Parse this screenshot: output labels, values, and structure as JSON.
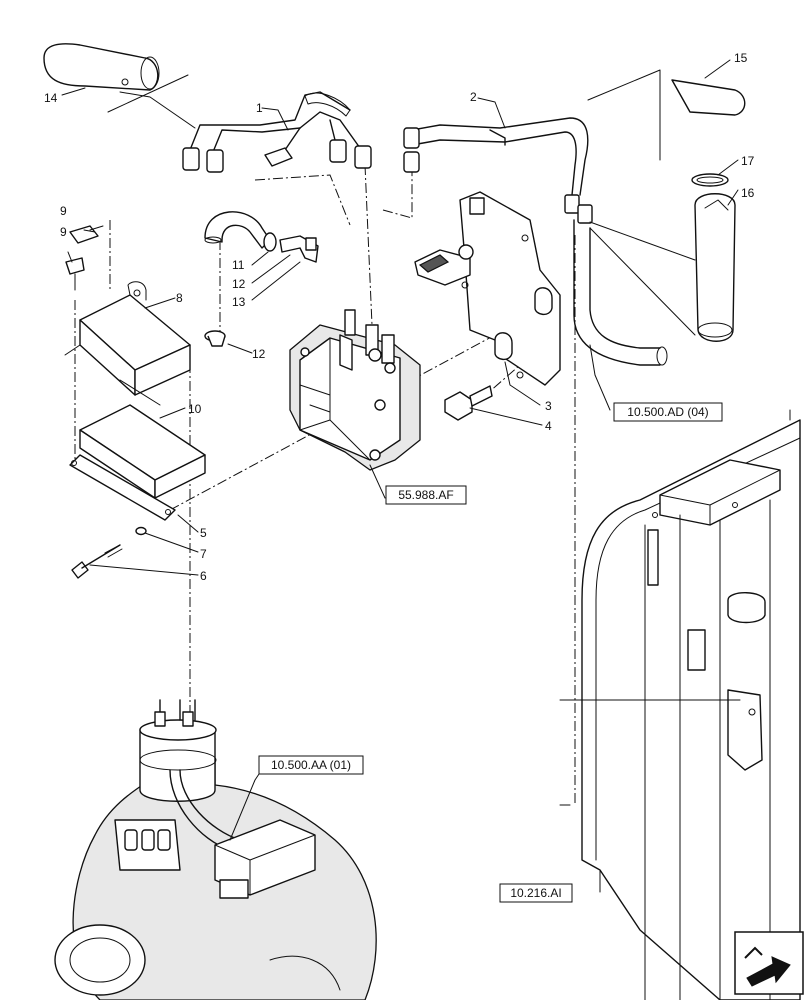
{
  "callouts": {
    "c1": "1",
    "c2": "2",
    "c3": "3",
    "c4": "4",
    "c5": "5",
    "c6": "6",
    "c7": "7",
    "c8": "8",
    "c9a": "9",
    "c9b": "9",
    "c10": "10",
    "c11": "11",
    "c12a": "12",
    "c12b": "12",
    "c13": "13",
    "c14": "14",
    "c15": "15",
    "c16": "16",
    "c17": "17"
  },
  "references": {
    "pump_module": "55.988.AF",
    "pipe_group": "10.500.AD (04)",
    "tank_group": "10.500.AA (01)",
    "cab_frame": "10.216.AI"
  },
  "icons": {
    "nav_arrow": "arrow-forward-icon"
  }
}
